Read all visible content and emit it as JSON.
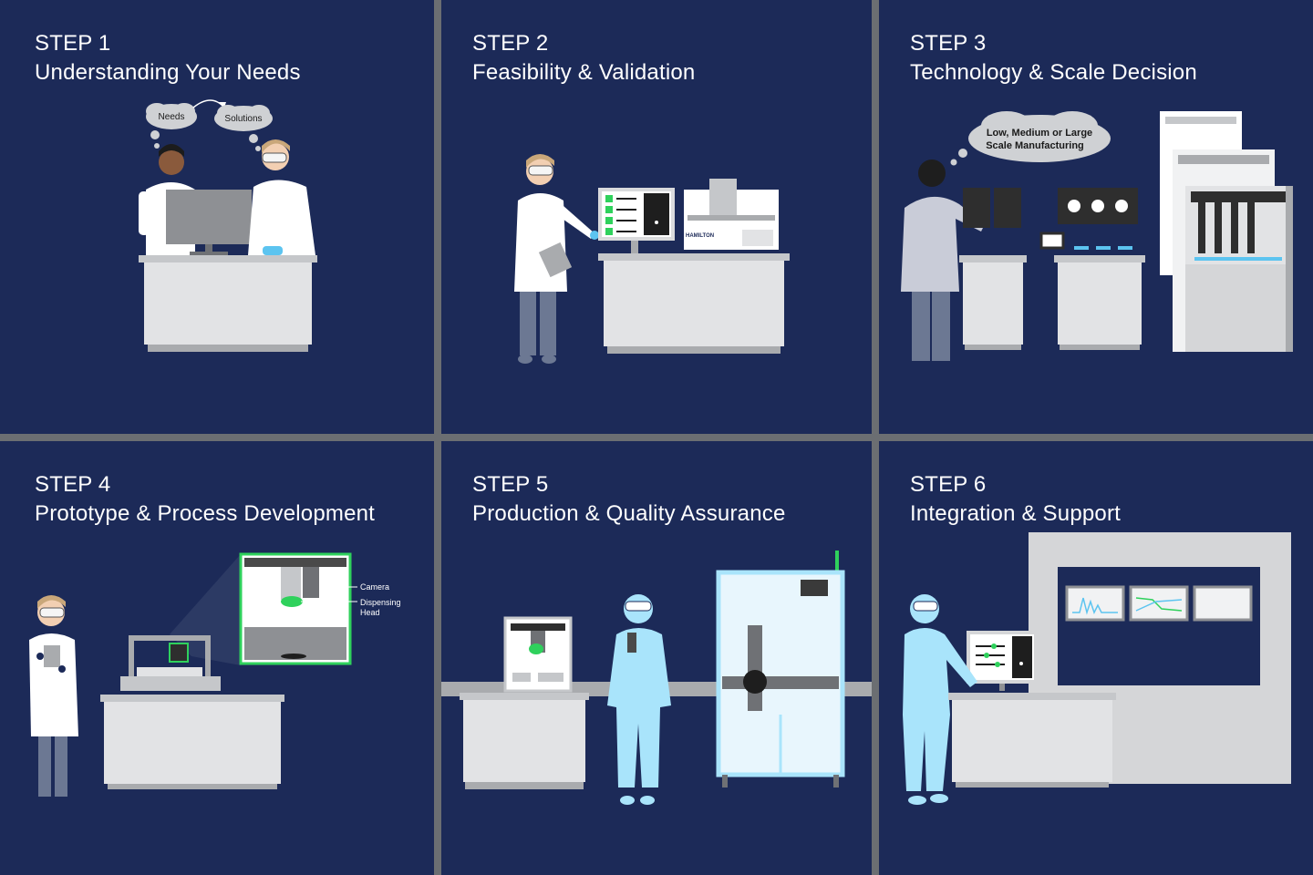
{
  "steps": [
    {
      "number": "STEP 1",
      "title": "Understanding Your Needs",
      "bubbles": [
        "Needs",
        "Solutions"
      ]
    },
    {
      "number": "STEP 2",
      "title": "Feasibility & Validation",
      "instrument_brand": "HAMILTON"
    },
    {
      "number": "STEP 3",
      "title": "Technology & Scale Decision",
      "bubble_lines": [
        "Low, Medium or Large",
        "Scale Manufacturing"
      ]
    },
    {
      "number": "STEP 4",
      "title": "Prototype & Process Development",
      "callouts": [
        "Camera",
        "Dispensing",
        "Head"
      ]
    },
    {
      "number": "STEP 5",
      "title": "Production & Quality Assurance"
    },
    {
      "number": "STEP 6",
      "title": "Integration & Support"
    }
  ],
  "colors": {
    "panel_bg": "#1c2a58",
    "divider": "#6b6e72",
    "lab_coat": "#ffffff",
    "bench": "#e2e3e5",
    "bench_base": "#a9abae",
    "accent_green": "#2fd15c",
    "glove_blue": "#5cc4f0",
    "cleanroom_suit": "#a9e4fb"
  }
}
